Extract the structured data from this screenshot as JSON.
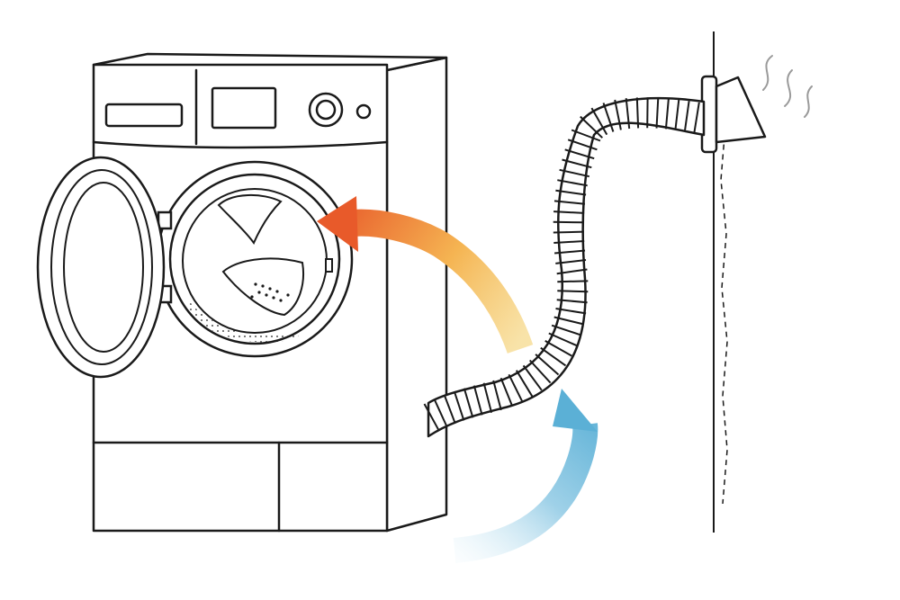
{
  "colors": {
    "line": "#1a1a1a",
    "background": "#ffffff",
    "hot_start": "#f4d06f",
    "hot_end": "#e85a2a",
    "cool_start": "#e6f4fa",
    "cool_end": "#5bb0d6",
    "steam": "#9a9a9a"
  },
  "icons": {
    "dryer": "dryer-illustration",
    "hose": "flexible-duct-hose",
    "vent": "wall-vent-hood",
    "hot_air": "hot-air-arrow",
    "cool_air": "cool-air-arrow",
    "steam": "steam-wisps"
  }
}
